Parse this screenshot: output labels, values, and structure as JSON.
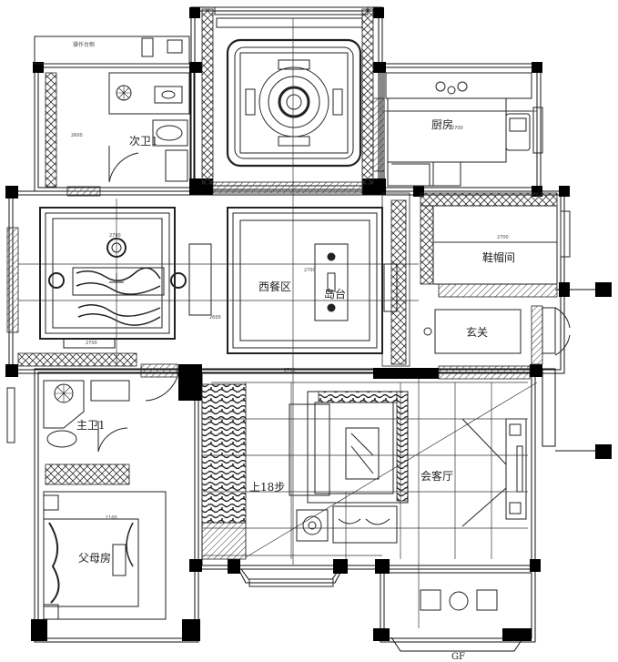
{
  "rooms": {
    "kitchen": "厨房",
    "secondary_bath": "次卫1",
    "shoe_room": "鞋帽间",
    "western_dining": "西餐区",
    "island": "岛台",
    "foyer": "玄关",
    "master_bath": "主卫1",
    "living_room": "会客厅",
    "stairs": "上18步",
    "parents_room": "父母房",
    "operation_platform": "操作台侧"
  },
  "dims": {
    "d1": "2600",
    "d2": "2700",
    "d3": "2700",
    "d4": "2700",
    "d5": "2700",
    "d6": "2700",
    "d7": "2600",
    "d8": "2700",
    "d9": "1100"
  },
  "bottom_note": "GF",
  "colors": {
    "wall": "#000000",
    "line": "#222222",
    "hatch": "#555555"
  }
}
